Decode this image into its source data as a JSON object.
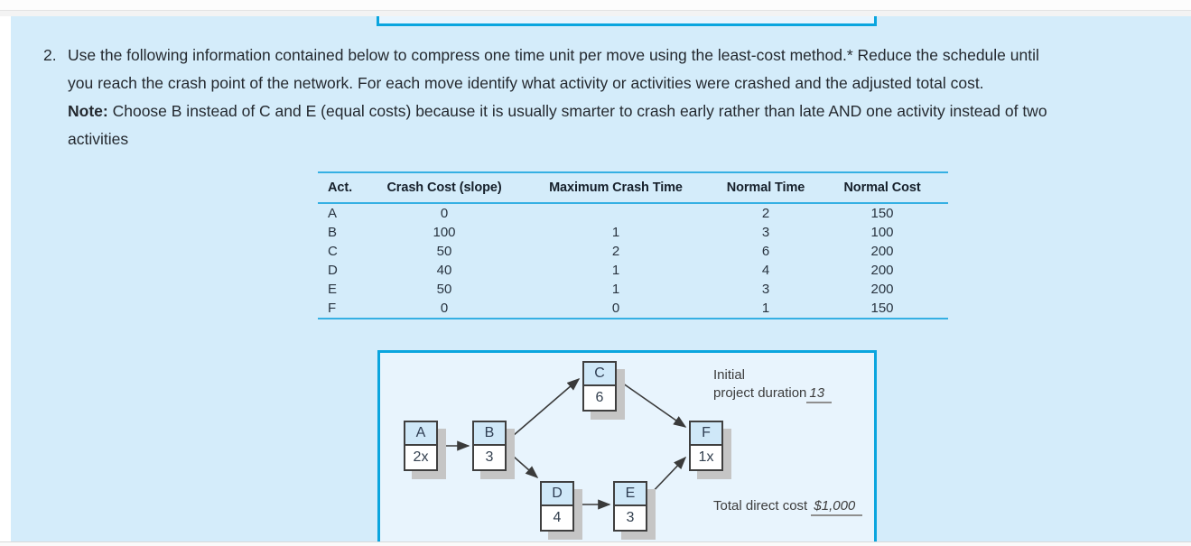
{
  "problem": {
    "number": "2.",
    "line1": "Use the following information contained below to compress one time unit per move using the least-cost method.* Reduce the schedule until",
    "line2": "you reach the crash point of the network. For each move identify what activity or activities were crashed and the adjusted total cost.",
    "note_label": "Note:",
    "note_line1": "Choose B instead of C and E (equal costs) because it is usually smarter to crash early rather than late AND one activity instead of two",
    "note_line2": "activities"
  },
  "table": {
    "headers": [
      "Act.",
      "Crash Cost (slope)",
      "Maximum Crash Time",
      "Normal Time",
      "Normal Cost"
    ],
    "rows": [
      {
        "act": "A",
        "crash_cost": "0",
        "max_crash_time": "",
        "normal_time": "2",
        "normal_cost": "150"
      },
      {
        "act": "B",
        "crash_cost": "100",
        "max_crash_time": "1",
        "normal_time": "3",
        "normal_cost": "100"
      },
      {
        "act": "C",
        "crash_cost": "50",
        "max_crash_time": "2",
        "normal_time": "6",
        "normal_cost": "200"
      },
      {
        "act": "D",
        "crash_cost": "40",
        "max_crash_time": "1",
        "normal_time": "4",
        "normal_cost": "200"
      },
      {
        "act": "E",
        "crash_cost": "50",
        "max_crash_time": "1",
        "normal_time": "3",
        "normal_cost": "200"
      },
      {
        "act": "F",
        "crash_cost": "0",
        "max_crash_time": "0",
        "normal_time": "1",
        "normal_cost": "150"
      }
    ]
  },
  "diagram": {
    "nodes": [
      {
        "id": "A",
        "label": "A",
        "value": "2x"
      },
      {
        "id": "B",
        "label": "B",
        "value": "3"
      },
      {
        "id": "C",
        "label": "C",
        "value": "6"
      },
      {
        "id": "D",
        "label": "D",
        "value": "4"
      },
      {
        "id": "E",
        "label": "E",
        "value": "3"
      },
      {
        "id": "F",
        "label": "F",
        "value": "1x"
      }
    ],
    "edges": [
      {
        "from": "A",
        "to": "B"
      },
      {
        "from": "B",
        "to": "C"
      },
      {
        "from": "B",
        "to": "D"
      },
      {
        "from": "C",
        "to": "F"
      },
      {
        "from": "D",
        "to": "E"
      },
      {
        "from": "E",
        "to": "F"
      }
    ],
    "annotations": {
      "initial_line1": "Initial",
      "initial_line2": "project duration",
      "initial_value": "13",
      "total_label": "Total direct cost",
      "total_value": "$1,000"
    }
  },
  "colors": {
    "page_background": "#d4ecfa",
    "panel_background": "#e8f4fd",
    "accent_cyan": "#0aa5de",
    "node_top_fill": "#cfe8f8",
    "node_border": "#3f3f3f",
    "node_shadow": "#c5c5c5",
    "text_dark": "#24292f"
  }
}
